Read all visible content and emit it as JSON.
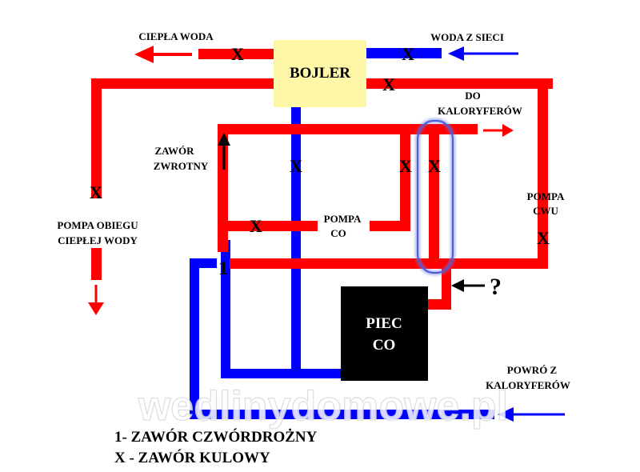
{
  "labels": {
    "hot_water": "CIEPŁA WODA",
    "mains_water": "WODA Z SIECI",
    "boiler": "BOJLER",
    "to_radiators_1": "DO",
    "to_radiators_2": "KALORYFERÓW",
    "check_valve_1": "ZAWÓR",
    "check_valve_2": "ZWROTNY",
    "co_pump_1": "POMPA",
    "co_pump_2": "CO",
    "cwu_pump_1": "POMPA",
    "cwu_pump_2": "CWU",
    "circulation_pump_1": "POMPA OBIEGU",
    "circulation_pump_2": "CIEPŁEJ WODY",
    "furnace_1": "PIEC",
    "furnace_2": "CO",
    "return_1": "POWRÓ Z",
    "return_2": "KALORYFERÓW",
    "valve_4way_number": "1",
    "question": "?",
    "ball_valve_mark": "X"
  },
  "legend": {
    "line1": "1- ZAWÓR CZWÓRDROŻNY",
    "line2": "X - ZAWÓR KULOWY"
  },
  "watermark": "wedlinydomowe.pl",
  "colors": {
    "hot": "#ff0000",
    "cold": "#0000ff",
    "boiler_fill": "#fff7a8",
    "furnace_fill": "#000000",
    "highlight": "#4a5cd6"
  }
}
